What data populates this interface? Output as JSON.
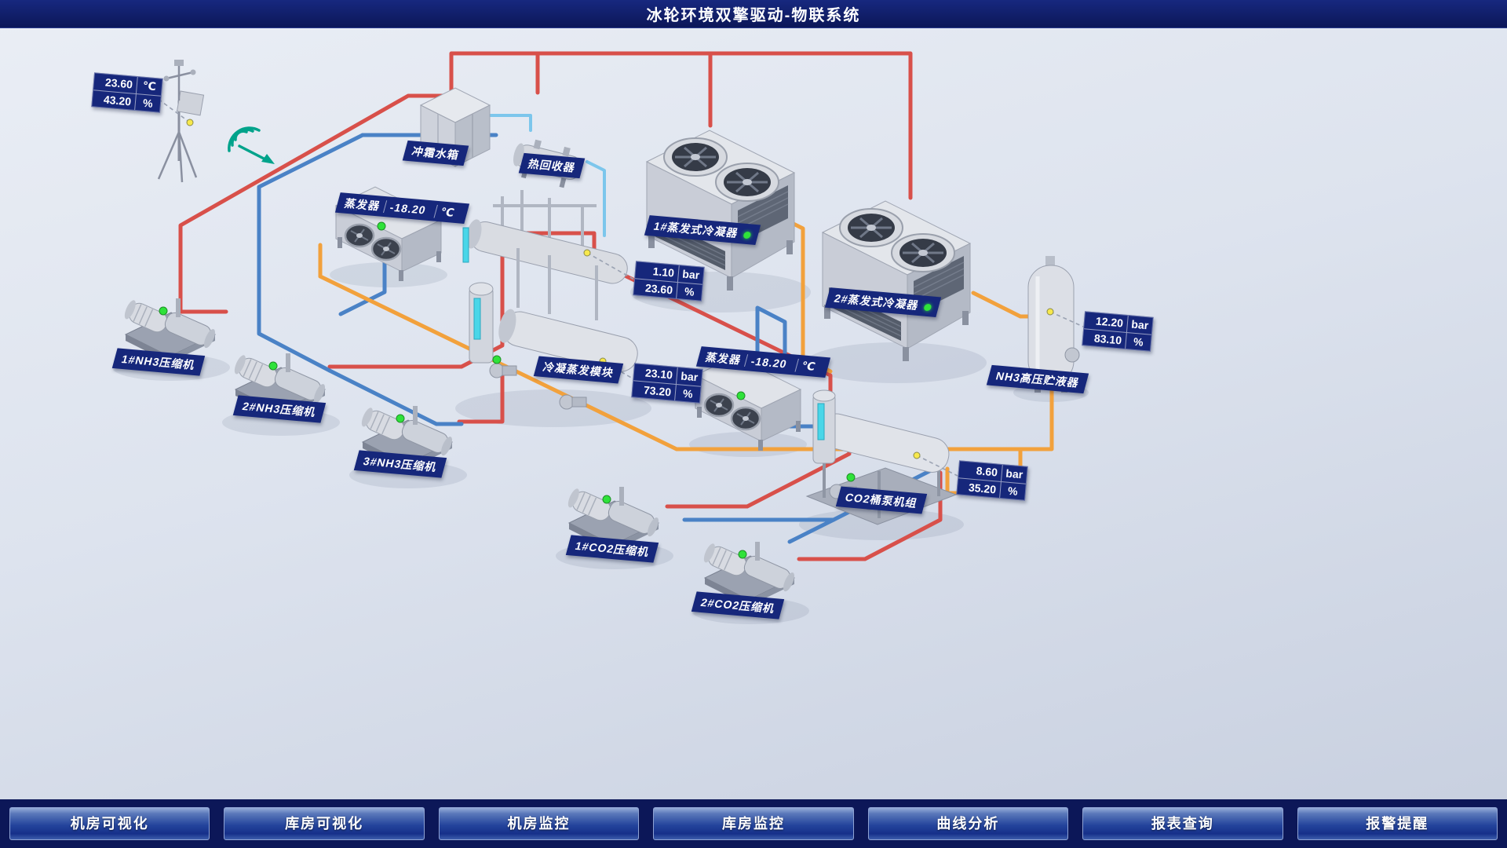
{
  "header": {
    "title": "冰轮环境双擎驱动-物联系统"
  },
  "footer": {
    "buttons": [
      "机房可视化",
      "库房可视化",
      "机房监控",
      "库房监控",
      "曲线分析",
      "报表查询",
      "报警提醒"
    ]
  },
  "weather_station": {
    "temp": "23.60",
    "temp_unit": "℃",
    "humidity": "43.20",
    "humidity_unit": "%"
  },
  "equipment": {
    "defrost_tank": {
      "label": "冲霜水箱"
    },
    "heat_recovery": {
      "label": "热回收器"
    },
    "evaporator_left": {
      "label": "蒸发器",
      "temp": "-18.20",
      "temp_unit": "℃"
    },
    "evaporator_right": {
      "label": "蒸发器",
      "temp": "-18.20",
      "temp_unit": "℃"
    },
    "condenser_1": {
      "label": "1#蒸发式冷凝器",
      "status": "running"
    },
    "condenser_2": {
      "label": "2#蒸发式冷凝器",
      "status": "running"
    },
    "cond_evap_module": {
      "label": "冷凝蒸发模块",
      "pressure": "23.10",
      "pressure_unit": "bar",
      "level": "73.20",
      "level_unit": "%"
    },
    "module_vessel": {
      "pressure": "1.10",
      "pressure_unit": "bar",
      "level": "23.60",
      "level_unit": "%"
    },
    "nh3_receiver": {
      "label": "NH3高压贮液器",
      "pressure": "12.20",
      "pressure_unit": "bar",
      "level": "83.10",
      "level_unit": "%"
    },
    "co2_pump_unit": {
      "label": "CO2桶泵机组",
      "pressure": "8.60",
      "pressure_unit": "bar",
      "level": "35.20",
      "level_unit": "%"
    },
    "nh3_compressor_1": {
      "label": "1#NH3压缩机"
    },
    "nh3_compressor_2": {
      "label": "2#NH3压缩机"
    },
    "nh3_compressor_3": {
      "label": "3#NH3压缩机"
    },
    "co2_compressor_1": {
      "label": "1#CO2压缩机"
    },
    "co2_compressor_2": {
      "label": "2#CO2压缩机"
    }
  },
  "colors": {
    "pipe_hot_gas": "#d8504a",
    "pipe_suction": "#4a82c6",
    "pipe_liquid": "#f2a13c",
    "pipe_water": "#7cc6ec",
    "status_running": "#2fe23a",
    "panel_navy": "#16277b"
  }
}
